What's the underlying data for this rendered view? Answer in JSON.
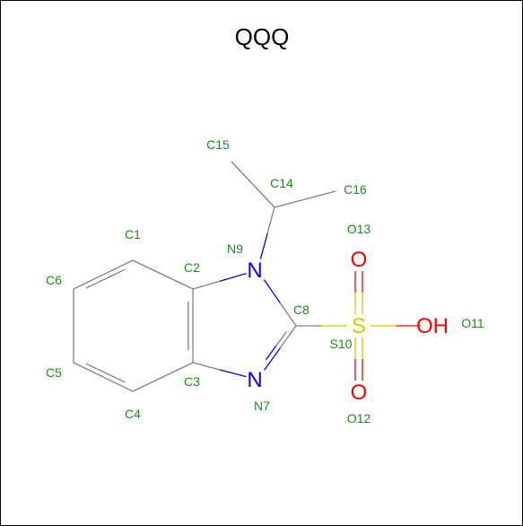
{
  "title": "QQQ",
  "colors": {
    "bond": "#808080",
    "carbon_label": "#1a8c1a",
    "nitrogen": "#0000ff",
    "oxygen": "#ff0000",
    "sulfur": "#cccc00",
    "frame": "#000000"
  },
  "atoms": [
    {
      "id": "C1",
      "element": "C",
      "symbol": ""
    },
    {
      "id": "C2",
      "element": "C",
      "symbol": ""
    },
    {
      "id": "C3",
      "element": "C",
      "symbol": ""
    },
    {
      "id": "C4",
      "element": "C",
      "symbol": ""
    },
    {
      "id": "C5",
      "element": "C",
      "symbol": ""
    },
    {
      "id": "C6",
      "element": "C",
      "symbol": ""
    },
    {
      "id": "N7",
      "element": "N",
      "symbol": "N"
    },
    {
      "id": "C8",
      "element": "C",
      "symbol": ""
    },
    {
      "id": "N9",
      "element": "N",
      "symbol": "N"
    },
    {
      "id": "S10",
      "element": "S",
      "symbol": "S"
    },
    {
      "id": "O11",
      "element": "O",
      "symbol": "OH"
    },
    {
      "id": "O12",
      "element": "O",
      "symbol": "O"
    },
    {
      "id": "O13",
      "element": "O",
      "symbol": "O"
    },
    {
      "id": "C14",
      "element": "C",
      "symbol": ""
    },
    {
      "id": "C15",
      "element": "C",
      "symbol": ""
    },
    {
      "id": "C16",
      "element": "C",
      "symbol": ""
    }
  ],
  "bonds": [
    {
      "from": "C1",
      "to": "C2",
      "order": 1
    },
    {
      "from": "C2",
      "to": "C3",
      "order": 2
    },
    {
      "from": "C3",
      "to": "C4",
      "order": 1
    },
    {
      "from": "C4",
      "to": "C5",
      "order": 2
    },
    {
      "from": "C5",
      "to": "C6",
      "order": 1
    },
    {
      "from": "C6",
      "to": "C1",
      "order": 2
    },
    {
      "from": "C2",
      "to": "N9",
      "order": 1
    },
    {
      "from": "N9",
      "to": "C8",
      "order": 1
    },
    {
      "from": "C8",
      "to": "N7",
      "order": 2
    },
    {
      "from": "N7",
      "to": "C3",
      "order": 1
    },
    {
      "from": "C8",
      "to": "S10",
      "order": 1
    },
    {
      "from": "S10",
      "to": "O11",
      "order": 1
    },
    {
      "from": "S10",
      "to": "O12",
      "order": 2
    },
    {
      "from": "S10",
      "to": "O13",
      "order": 2
    },
    {
      "from": "N9",
      "to": "C14",
      "order": 1
    },
    {
      "from": "C14",
      "to": "C15",
      "order": 1
    },
    {
      "from": "C14",
      "to": "C16",
      "order": 1
    }
  ]
}
